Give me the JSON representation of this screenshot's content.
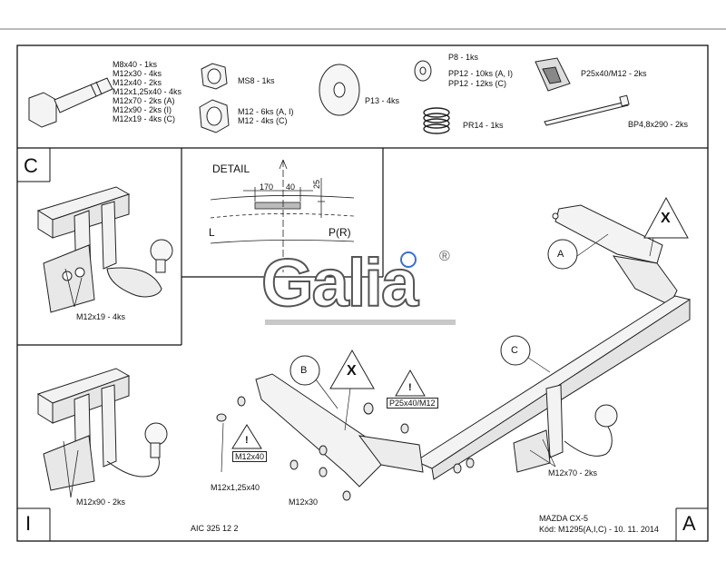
{
  "parts": {
    "bolts": [
      "M8x40 - 1ks",
      "M12x30 - 4ks",
      "M12x40 - 2ks",
      "M12x1,25x40 - 4ks",
      "M12x70 - 2ks (A)",
      "M12x90 - 2ks (I)",
      "M12x19 - 4ks (C)"
    ],
    "nut_ms8": "MS8 - 1ks",
    "nut_m12": [
      "M12 - 6ks (A, I)",
      "M12 - 4ks (C)"
    ],
    "washer_p13": "P13 - 4ks",
    "washer_p8": "P8 - 1ks",
    "washer_pp12": [
      "PP12 - 10ks (A, I)",
      "PP12 - 12ks (C)"
    ],
    "spring_pr14": "PR14 - 1ks",
    "plate_p25": "P25x40/M12 - 2ks",
    "cable_tie": "BP4,8x290 - 2ks"
  },
  "panels": {
    "c_letter": "C",
    "c_bolt_label": "M12x19 - 4ks",
    "i_letter": "I",
    "i_bolt_label": "M12x90 - 2ks",
    "a_letter": "A"
  },
  "detail": {
    "title": "DETAIL",
    "dim_170": "170",
    "dim_40": "40",
    "dim_25": "25",
    "label_l": "L",
    "label_pr": "P(R)"
  },
  "logo": {
    "text": "Galia",
    "reg": "®"
  },
  "main": {
    "callout_a": "A",
    "callout_b": "B",
    "callout_c": "C",
    "warning_x": "X",
    "warning_excl": "!",
    "label_p25": "P25x40/M12",
    "label_m12x40": "M12x40",
    "label_m12x125": "M12x1,25x40",
    "label_m12x30": "M12x30",
    "label_m12x70": "M12x70 - 2ks"
  },
  "footer": {
    "code": "AIC 325 12 2",
    "vehicle": "MAZDA CX-5",
    "kod": "Kód: M1295(A,I,C) - 10. 11. 2014"
  }
}
